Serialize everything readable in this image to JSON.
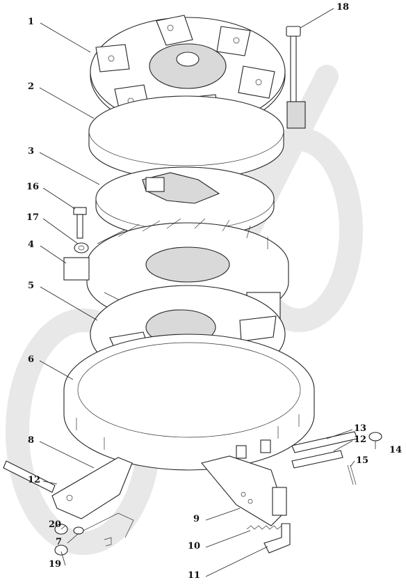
{
  "callouts": {
    "c1": "1",
    "c2": "2",
    "c3": "3",
    "c4": "4",
    "c5": "5",
    "c6": "6",
    "c7": "7",
    "c8": "8",
    "c9": "9",
    "c10": "10",
    "c11": "11",
    "c12a": "12",
    "c12b": "12",
    "c13": "13",
    "c14": "14",
    "c15": "15",
    "c16": "16",
    "c17": "17",
    "c18": "18",
    "c19": "19",
    "c20": "20"
  }
}
